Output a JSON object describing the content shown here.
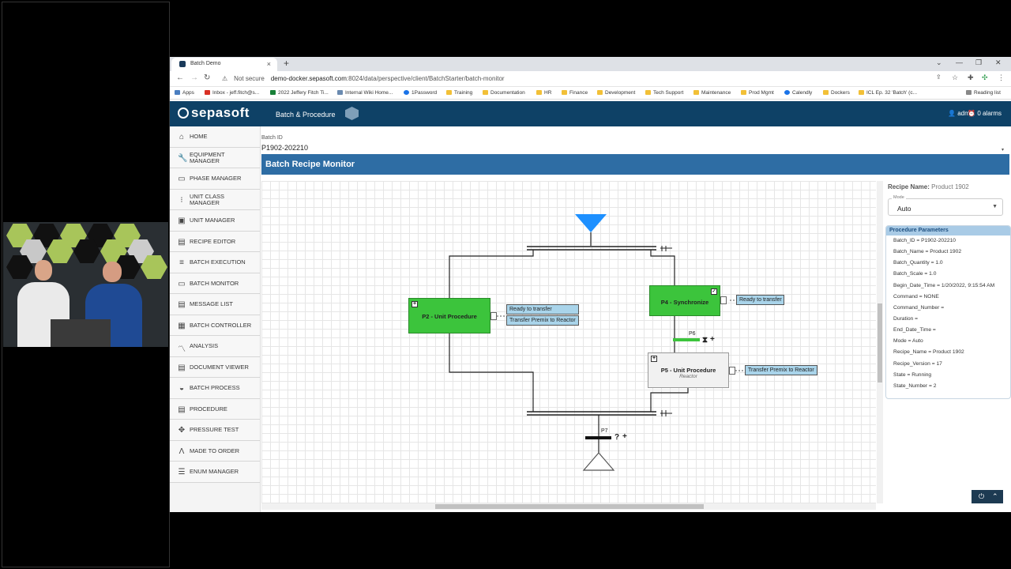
{
  "browser": {
    "tab_title": "Batch Demo",
    "new_tab": "+",
    "not_secure": "Not secure",
    "url_host": "demo-docker.sepasoft.com",
    "url_path": ":8024/data/perspective/client/BatchStarter/batch-monitor",
    "bookmarks": [
      "Apps",
      "Inbox - jeff.fitch@s...",
      "2022 Jeffery Fitch Ti...",
      "Internal Wiki Home...",
      "1Password",
      "Training",
      "Documentation",
      "HR",
      "Finance",
      "Development",
      "Tech Support",
      "Maintenance",
      "Prod Mgmt",
      "Calendly",
      "Dockers",
      "ICL Ep. 32 'Batch' (c...",
      "Reading list"
    ]
  },
  "header": {
    "logo": "sepasoft",
    "title": "Batch & Procedure",
    "user": "admin",
    "alarms": "0 alarms"
  },
  "sidebar": {
    "items": [
      {
        "label": "HOME",
        "icon": "home-icon"
      },
      {
        "label": "EQUIPMENT MANAGER",
        "icon": "wrench-icon"
      },
      {
        "label": "PHASE MANAGER",
        "icon": "rectangle-icon"
      },
      {
        "label": "UNIT CLASS MANAGER",
        "icon": "grid-icon"
      },
      {
        "label": "UNIT MANAGER",
        "icon": "unit-icon"
      },
      {
        "label": "RECIPE EDITOR",
        "icon": "edit-icon"
      },
      {
        "label": "BATCH EXECUTION",
        "icon": "list-icon"
      },
      {
        "label": "BATCH MONITOR",
        "icon": "monitor-icon"
      },
      {
        "label": "MESSAGE LIST",
        "icon": "message-icon"
      },
      {
        "label": "BATCH CONTROLLER",
        "icon": "controller-icon"
      },
      {
        "label": "ANALYSIS",
        "icon": "chart-line-icon"
      },
      {
        "label": "DOCUMENT VIEWER",
        "icon": "document-icon"
      },
      {
        "label": "BATCH PROCESS",
        "icon": "process-icon"
      },
      {
        "label": "PROCEDURE",
        "icon": "procedure-icon"
      },
      {
        "label": "PRESSURE TEST",
        "icon": "pressure-icon"
      },
      {
        "label": "MADE TO ORDER",
        "icon": "lambda-icon"
      },
      {
        "label": "ENUM MANAGER",
        "icon": "enum-list-icon"
      }
    ]
  },
  "batch": {
    "id_label": "Batch ID",
    "id_value": "P1902-202210",
    "monitor_title": "Batch Recipe Monitor"
  },
  "diagram": {
    "p2": {
      "title": "P2 - Unit Procedure",
      "messages": [
        "Ready to transfer",
        "Transfer Premix to Reactor"
      ]
    },
    "p4": {
      "title": "P4 - Synchronize",
      "messages": [
        "Ready to transfer"
      ]
    },
    "p5": {
      "title": "P5 - Unit Procedure",
      "subtitle": "Reactor",
      "messages": [
        "Transfer Premix to Reactor"
      ]
    },
    "p6": {
      "label": "P6"
    },
    "p7": {
      "label": "P7"
    },
    "colors": {
      "active": "#3cc43c",
      "message": "#a9d4ea",
      "start": "#1e90ff"
    }
  },
  "panel": {
    "recipe_label": "Recipe Name:",
    "recipe_value": "Product 1902",
    "mode_label": "Mode",
    "mode_value": "Auto",
    "params_title": "Procedure Parameters",
    "params": [
      "Batch_ID = P1902-202210",
      "Batch_Name = Product 1902",
      "Batch_Quantity = 1.0",
      "Batch_Scale = 1.0",
      "Begin_Date_Time = 1/20/2022, 9:15:54 AM",
      "Command = NONE",
      "Command_Number =",
      "Duration =",
      "End_Date_Time =",
      "Mode = Auto",
      "Recipe_Name = Product 1902",
      "Recipe_Version = 17",
      "State = Running",
      "State_Number = 2"
    ]
  }
}
